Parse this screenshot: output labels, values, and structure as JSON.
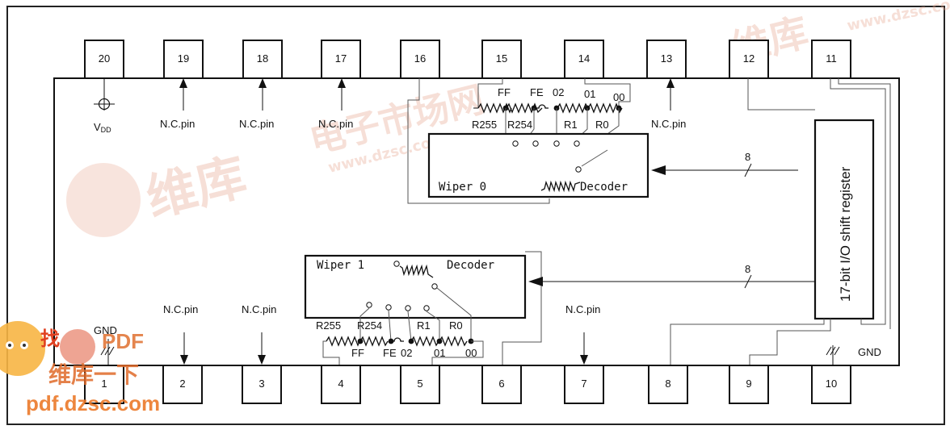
{
  "top_pins": [
    {
      "number": "20",
      "label": "VDD"
    },
    {
      "number": "19",
      "label": "N.C.pin"
    },
    {
      "number": "18",
      "label": "N.C.pin"
    },
    {
      "number": "17",
      "label": "N.C.pin"
    },
    {
      "number": "16",
      "label": ""
    },
    {
      "number": "15",
      "label": ""
    },
    {
      "number": "14",
      "label": ""
    },
    {
      "number": "13",
      "label": "N.C.pin"
    },
    {
      "number": "12",
      "label": ""
    },
    {
      "number": "11",
      "label": ""
    }
  ],
  "bottom_pins": [
    {
      "number": "1",
      "label": "GND"
    },
    {
      "number": "2",
      "label": "N.C.pin"
    },
    {
      "number": "3",
      "label": "N.C.pin"
    },
    {
      "number": "4",
      "label": ""
    },
    {
      "number": "5",
      "label": ""
    },
    {
      "number": "6",
      "label": ""
    },
    {
      "number": "7",
      "label": "N.C.pin"
    },
    {
      "number": "8",
      "label": ""
    },
    {
      "number": "9",
      "label": ""
    },
    {
      "number": "10",
      "label": "GND"
    }
  ],
  "vdd_label": {
    "main": "V",
    "sub": "DD"
  },
  "wiper0": {
    "name": "Wiper 0",
    "decoder": "Decoder",
    "taps": [
      "FF",
      "FE",
      "02",
      "01",
      "00"
    ],
    "resistors": [
      "R255",
      "R254",
      "R1",
      "R0"
    ]
  },
  "wiper1": {
    "name": "Wiper 1",
    "decoder": "Decoder",
    "taps": [
      "FF",
      "FE",
      "02",
      "01",
      "00"
    ],
    "resistors": [
      "R255",
      "R254",
      "R1",
      "R0"
    ]
  },
  "bus_width_upper": "8",
  "bus_width_lower": "8",
  "shift_register": "17-bit I/O shift register",
  "watermarks": {
    "cn_brand": "维库",
    "cn_electronic": "电子市场网",
    "url_top": "www.dzsc.com",
    "url_middle": "www.dzsc.com",
    "cn_find": "找",
    "pdf": "PDF",
    "cn_up": "维库一下",
    "url_bottom": "pdf.dzsc.com"
  }
}
